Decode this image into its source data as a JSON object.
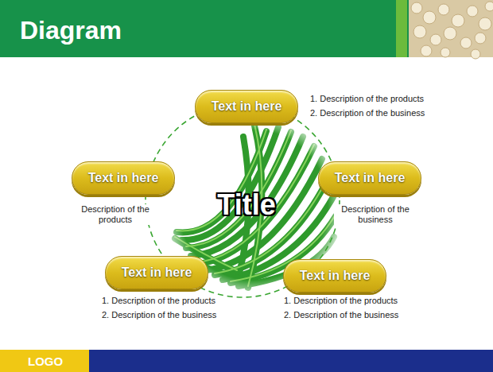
{
  "diagram": {
    "title": "Diagram",
    "nodes": [
      {
        "text": [
          "Text in here"
        ]
      },
      {
        "text": [
          "Text in here"
        ]
      },
      {
        "text": [
          "Text in here"
        ]
      },
      {
        "text": [
          "Text in here"
        ]
      },
      {
        "text": [
          "Text in here"
        ]
      }
    ],
    "labels": [
      "1. Description of the products",
      "2. Description of the business",
      "Title",
      "Description of the products",
      "Description of the business",
      "1. Description of the products",
      "2. Description of the business",
      "1. Description of the products",
      "2. Description of the business",
      "LOGO"
    ]
  }
}
